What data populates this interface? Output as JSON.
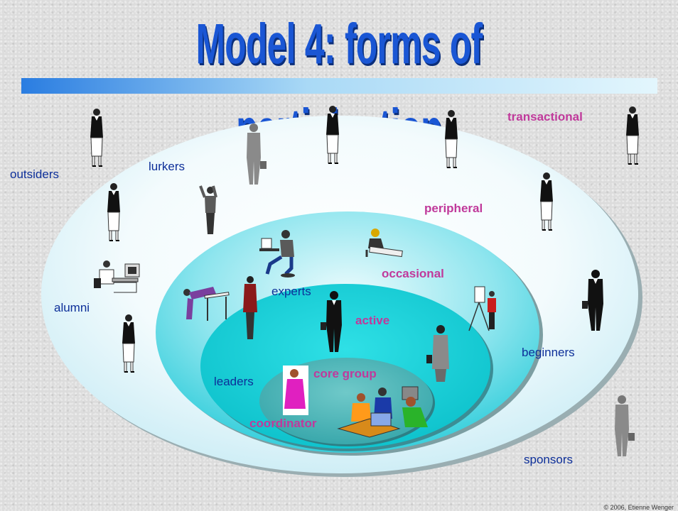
{
  "title": "Model 4: forms of participation",
  "levels": {
    "transactional": "transactional",
    "peripheral": "peripheral",
    "occasional": "occasional",
    "active": "active",
    "core_group": "core group",
    "coordinator": "coordinator"
  },
  "roles": {
    "outsiders": "outsiders",
    "lurkers": "lurkers",
    "alumni": "alumni",
    "experts": "experts",
    "leaders": "leaders",
    "beginners": "beginners",
    "sponsors": "sponsors"
  },
  "copyright": "© 2006, Etienne Wenger",
  "colors": {
    "title": "#1a56d4",
    "level_text": "#c0399b",
    "role_text": "#0d2f99",
    "outer_ellipse": "#eaf7fb",
    "inner_ellipse": "#14d2d8"
  },
  "icons": [
    "standing-person-icon",
    "walking-person-icon",
    "computer-worker-icon",
    "drafting-person-icon",
    "presenter-icon",
    "meeting-group-icon",
    "phone-person-icon"
  ]
}
